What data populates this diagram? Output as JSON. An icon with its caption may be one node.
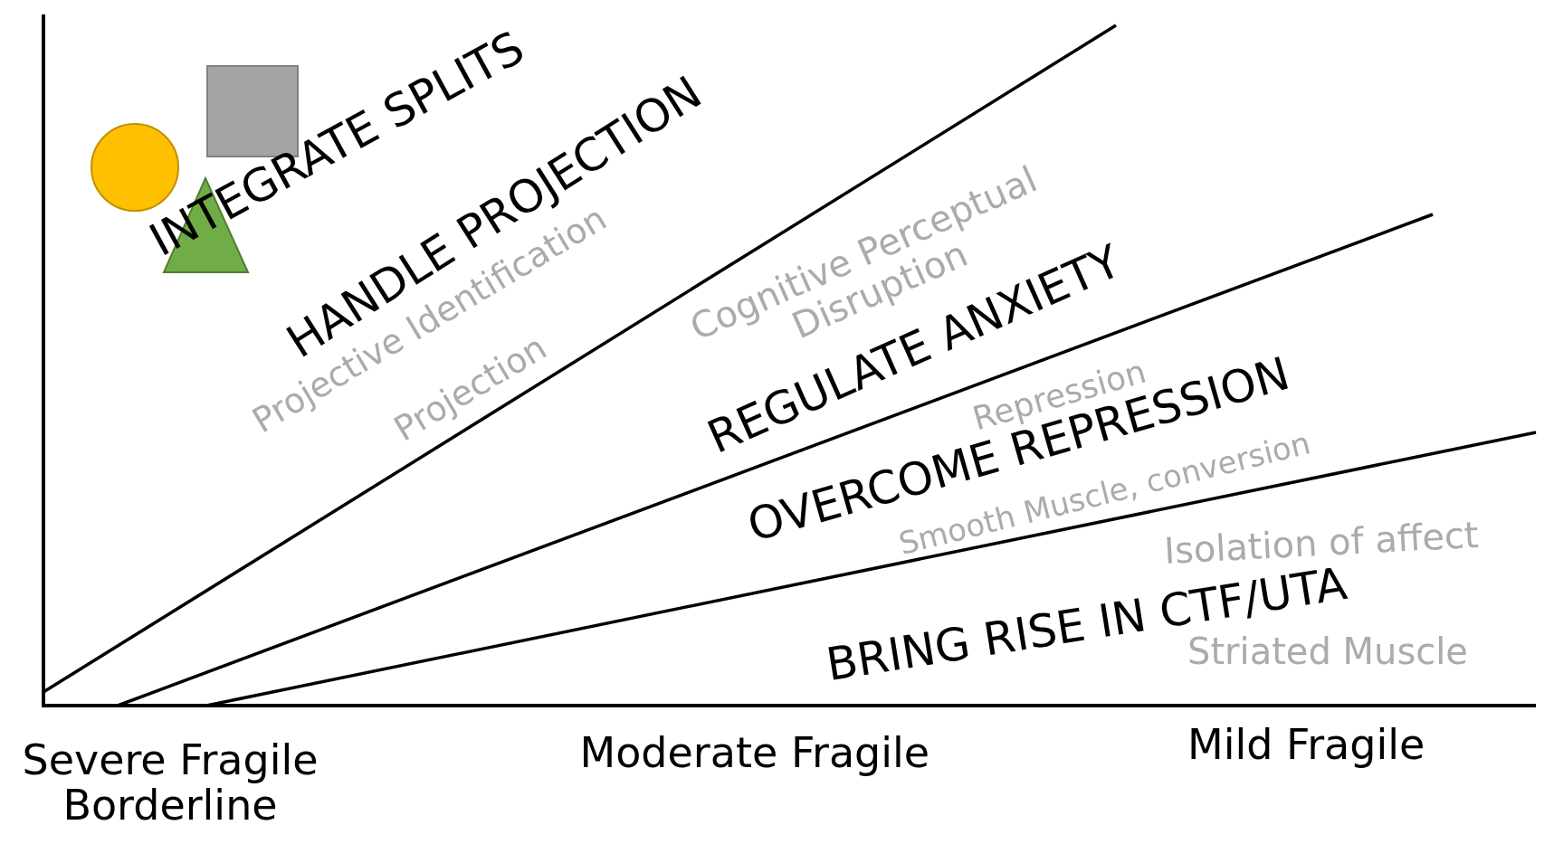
{
  "diagram": {
    "labels": [
      "INTEGRATE SPLITS",
      "HANDLE PROJECTION",
      "Projective Identification",
      "Projection",
      "Cognitive Perceptual Disruption",
      "REGULATE ANXIETY",
      "Repression",
      "OVERCOME REPRESSION",
      "Smooth Muscle, conversion",
      "BRING RISE IN CTF/UTA",
      "Isolation of affect",
      "Striated Muscle",
      "Severe Fragile Borderline",
      "Moderate Fragile",
      "Mild Fragile"
    ]
  }
}
